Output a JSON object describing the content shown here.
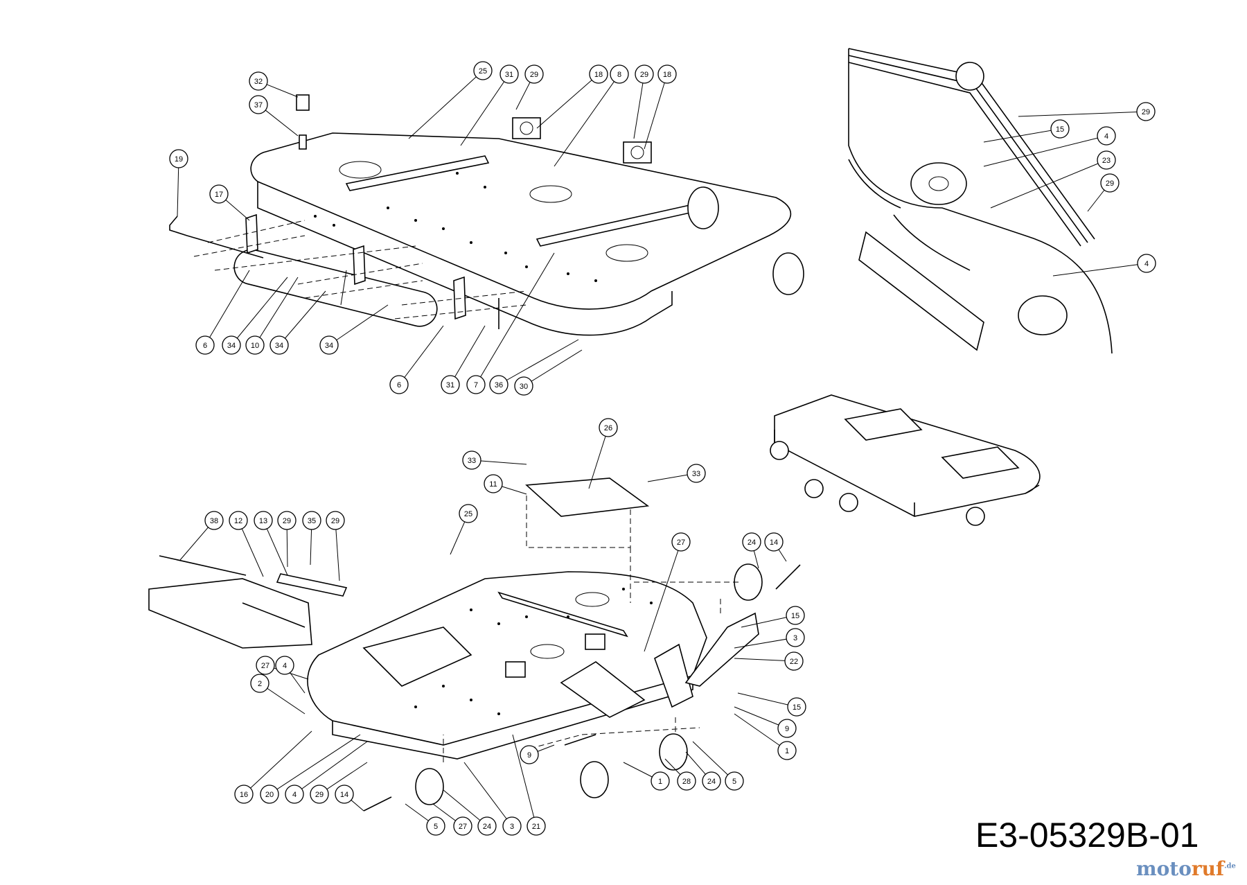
{
  "drawing_code": "E3-05329B-01",
  "watermark": {
    "part1": "moto",
    "part2": "ruf",
    "part3": "",
    "suffix": ".de"
  },
  "callout_labels": {
    "v1": [
      "32",
      "37",
      "19",
      "17",
      "25",
      "31",
      "29",
      "18",
      "8",
      "29",
      "18",
      "6",
      "34",
      "10",
      "34",
      "34",
      "6",
      "31",
      "7",
      "36",
      "30"
    ],
    "v2": [
      "29",
      "15",
      "4",
      "23",
      "29",
      "4"
    ],
    "v3": [
      "26",
      "33",
      "11",
      "33",
      "25",
      "38",
      "12",
      "13",
      "29",
      "35",
      "29",
      "27",
      "24",
      "14",
      "15",
      "3",
      "22",
      "27",
      "4",
      "2",
      "15",
      "9",
      "1",
      "9",
      "16",
      "20",
      "4",
      "29",
      "14",
      "5",
      "27",
      "24",
      "3",
      "21",
      "1",
      "28",
      "24",
      "5"
    ]
  }
}
